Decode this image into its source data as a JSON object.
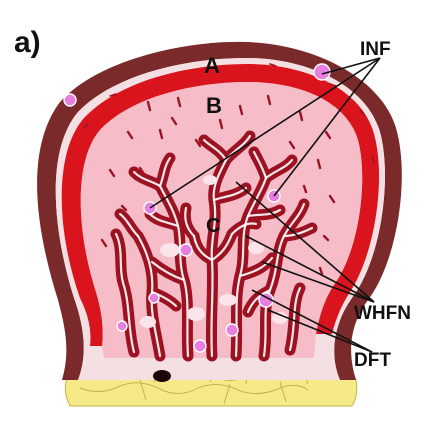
{
  "panel_label": "a)",
  "labels": {
    "A": "A",
    "B": "B",
    "C": "C",
    "INF": "INF",
    "WHFN": "WHFN",
    "DFT": "DFT"
  },
  "colors": {
    "outer_rim": "#f4dfe2",
    "outer_border": "#7a2a2a",
    "band_a": "#d9141c",
    "interior": "#f6bcc8",
    "vessels": "#9c1220",
    "vessel_gaps": "#ffffff",
    "pink_spots": "#e77fe0",
    "base": "#f5ea87",
    "base_stroke": "#c7b24a",
    "leader_lines": "#111111"
  }
}
